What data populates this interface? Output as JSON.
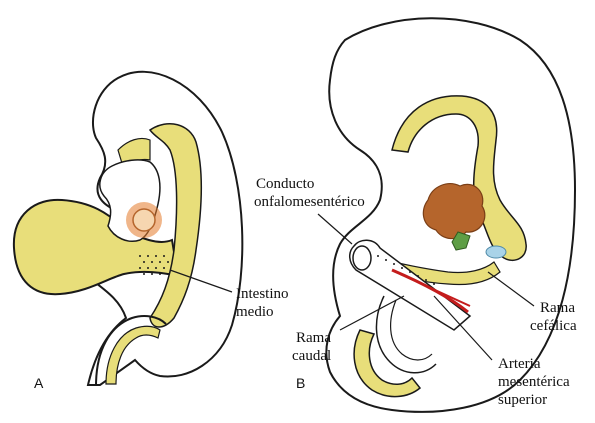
{
  "colors": {
    "yolk": "#e8de7a",
    "outline": "#1a1a1a",
    "liver": "#b5652c",
    "pancreas": "#5e9e45",
    "gallbladder": "#a9d3e8",
    "artery": "#c41c1c",
    "heart_glow": "#e37a2a"
  },
  "panels": {
    "a": "A",
    "b": "B"
  },
  "labels": {
    "intestino_line1": "Intestino",
    "intestino_line2": "medio",
    "conducto_line1": "Conducto",
    "conducto_line2": "onfalomesentérico",
    "rama_cefalica_line1": "Rama",
    "rama_cefalica_line2": "cefálica",
    "rama_caudal_line1": "Rama",
    "rama_caudal_line2": "caudal",
    "arteria_line1": "Arteria",
    "arteria_line2": "mesentérica",
    "arteria_line3": "superior"
  }
}
